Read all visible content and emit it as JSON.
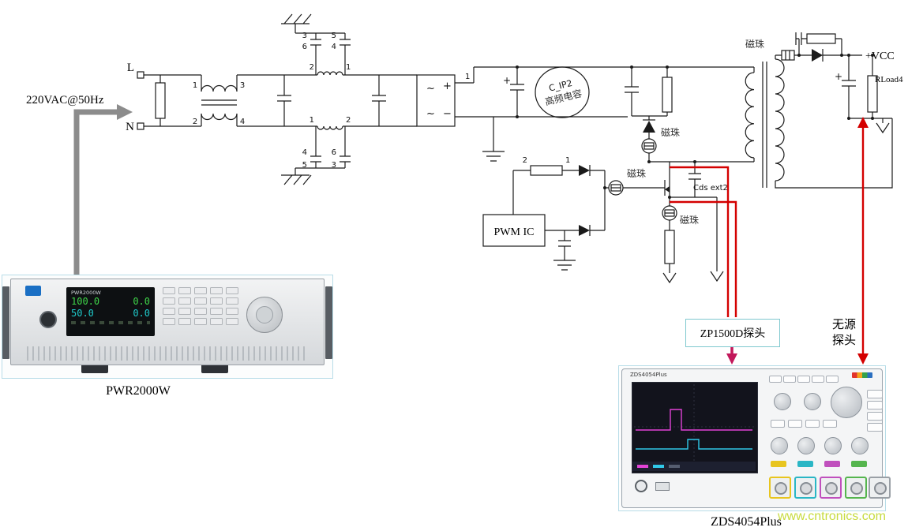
{
  "source": {
    "label": "220VAC@50Hz"
  },
  "schematic": {
    "line_label": "L",
    "neutral_label": "N",
    "pwm_ic_label": "PWM IC",
    "cap_circle_name": "C_IP2",
    "cap_circle_desc": "高频电容",
    "bead_label": "磁珠",
    "cds_label": "Cds ext2",
    "vcc_label": "+VCC",
    "rload_label": "RLoad4",
    "bridge_plus": "+",
    "bridge_minus": "−",
    "bridge_ac": "~",
    "cap_plus": "+",
    "pins": {
      "p1": "1",
      "p2": "2",
      "p3": "3",
      "p4": "4",
      "p5": "5",
      "p6": "6"
    }
  },
  "probes": {
    "zp1500d_label": "ZP1500D探头",
    "passive_line1": "无源",
    "passive_line2": "探头"
  },
  "equipment": {
    "psu": {
      "caption": "PWR2000W",
      "display_v1": "100.0",
      "display_a1": "0.0",
      "display_v2": "50.0",
      "display_a2": "0.0"
    },
    "scope": {
      "caption": "ZDS4054Plus",
      "brand": "ZDS4054Plus"
    }
  },
  "watermark": "www.cntronics.com"
}
